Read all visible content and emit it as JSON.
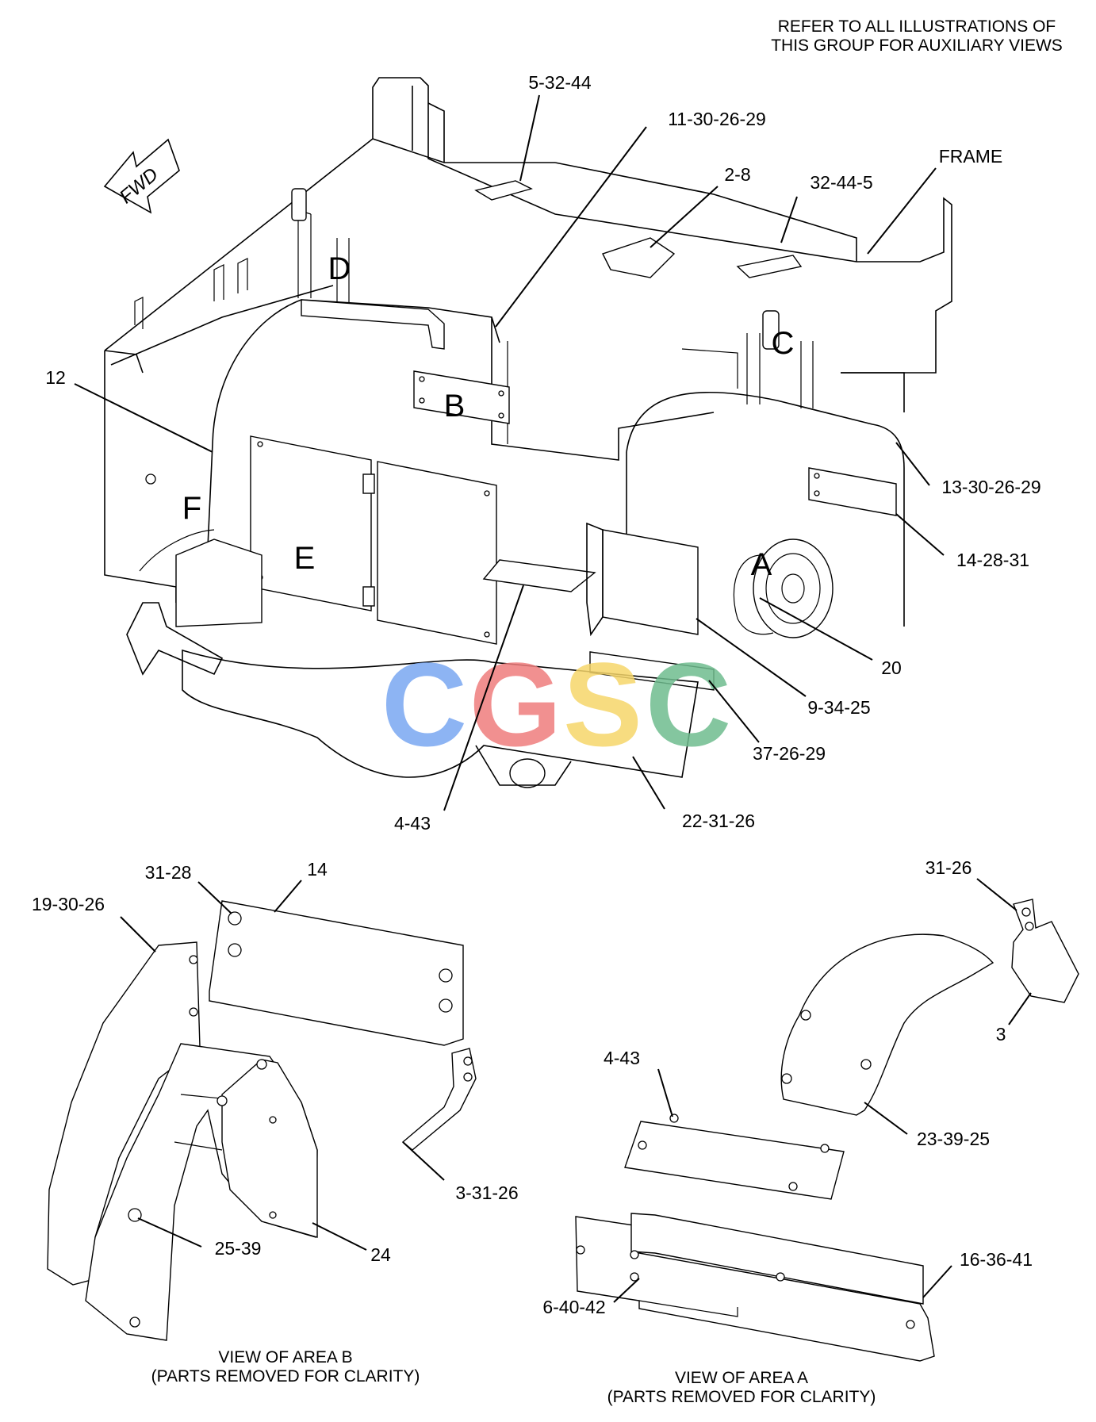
{
  "header_note": {
    "line1": "REFER TO ALL ILLUSTRATIONS OF",
    "line2": "THIS GROUP FOR AUXILIARY VIEWS"
  },
  "fwd_arrow": {
    "label": "FWD",
    "icon": "fwd-arrow-icon"
  },
  "main_view": {
    "callouts": {
      "c_5_32_44": "5-32-44",
      "c_11_30_26_29": "11-30-26-29",
      "c_frame": "FRAME",
      "c_2_8": "2-8",
      "c_32_44_5": "32-44-5",
      "c_12": "12",
      "c_13_30_26_29": "13-30-26-29",
      "c_14_28_31": "14-28-31",
      "c_20": "20",
      "c_9_34_25": "9-34-25",
      "c_37_26_29": "37-26-29",
      "c_22_31_26": "22-31-26",
      "c_4_43": "4-43"
    },
    "area_letters": {
      "a": "A",
      "b": "B",
      "c": "C",
      "d": "D",
      "e": "E",
      "f": "F"
    }
  },
  "watermark": {
    "letters": [
      "C",
      "G",
      "S",
      "C"
    ],
    "colors": [
      "#7aa7f2",
      "#ef7d7d",
      "#f6d66b",
      "#6fbd8f"
    ]
  },
  "view_b": {
    "callouts": {
      "c_31_28": "31-28",
      "c_14": "14",
      "c_19_30_26": "19-30-26",
      "c_3_31_26": "3-31-26",
      "c_25_39": "25-39",
      "c_24": "24"
    },
    "caption_line1": "VIEW OF AREA  B",
    "caption_line2": "(PARTS REMOVED FOR CLARITY)"
  },
  "view_a": {
    "callouts": {
      "c_31_26": "31-26",
      "c_3": "3",
      "c_4_43": "4-43",
      "c_23_39_25": "23-39-25",
      "c_16_36_41": "16-36-41",
      "c_6_40_42": "6-40-42"
    },
    "caption_line1": "VIEW OF AREA  A",
    "caption_line2": "(PARTS REMOVED FOR CLARITY)"
  }
}
